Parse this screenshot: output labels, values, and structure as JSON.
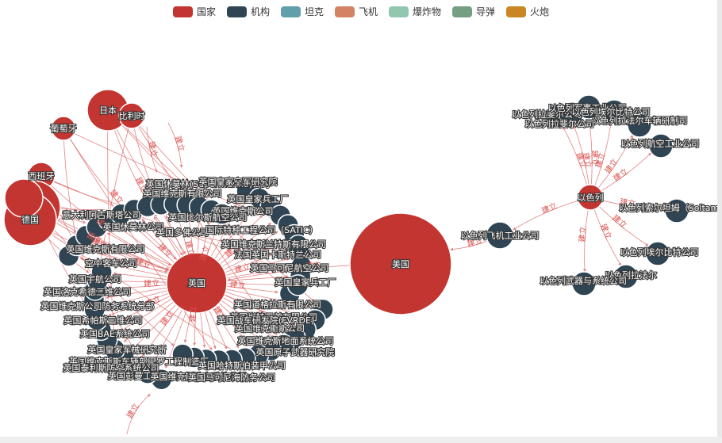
{
  "legend": [
    {
      "label": "国家",
      "color": "#c23531"
    },
    {
      "label": "机构",
      "color": "#2f4554"
    },
    {
      "label": "坦克",
      "color": "#61a0a8"
    },
    {
      "label": "飞机",
      "color": "#d48265"
    },
    {
      "label": "爆炸物",
      "color": "#91c7ae"
    },
    {
      "label": "导弹",
      "color": "#749f83"
    },
    {
      "label": "火炮",
      "color": "#ca8622"
    }
  ],
  "edge_label": "建立",
  "nodes": {
    "usa": "美国",
    "uk": "英国",
    "japan": "日本",
    "belgium": "比利时",
    "portugal": "葡萄牙",
    "spain": "西班牙",
    "germany": "德国",
    "israel": "以色列",
    "israel_aircraft_bridge": "以色列飞机工业公司",
    "israel_orgs": [
      "以色列拉斐尔公司",
      "以色列军事工业公司",
      "以色列埃尔比特公司",
      "以色列拉法尔车辆研制司",
      "以色列航空工业公司",
      "以色列索尔坦姆（Soltam",
      "以色列埃尔比特公司",
      "以色列拉法尔",
      "以色列武器与系统公司",
      "以色列拉斐尔公司"
    ],
    "uk_orgs": [
      "英国维克斯有限公司",
      "英国休莫林(Supermarine)公司",
      "英国皇家空军研究院",
      "英国皇家兵工厂",
      "英国维克斯公司",
      "英国比尔斯航空公司",
      "英国休莫林公司",
      "英国多佛公司",
      "意大利阿古斯塔公司",
      "英国维克斯有限公司",
      "空中客车公司",
      "国际特种工程公司（SATIC）",
      "英国维克斯兰特斯有限公司",
      "法国英国卡斯特兰公司",
      "英国马可尼航空公司",
      "英国皇家兵工厂",
      "英国宇航公司",
      "英国洛克希德三维公司",
      "英国维克斯公司防务系统分部",
      "英国希帕斯三维公司",
      "英国BAE系统公司",
      "英国道格拉斯有限公司",
      "英国肖特兄弟有限公司",
      "英国维克斯斯公司",
      "英国皇家军械研究所",
      "英国维克斯地面系统公司",
      "英国原子武器研究院",
      "英国维克斯斯车辆部巴罗工程制造厂",
      "英国泰利斯防空系统公司",
      "英国彭曼工程公司",
      "英国哈特斯伯装甲公司",
      "英国维克斯防空系统分部",
      "英国马可尼海防务公司",
      "英国战车研发院(FVRDE)"
    ]
  }
}
